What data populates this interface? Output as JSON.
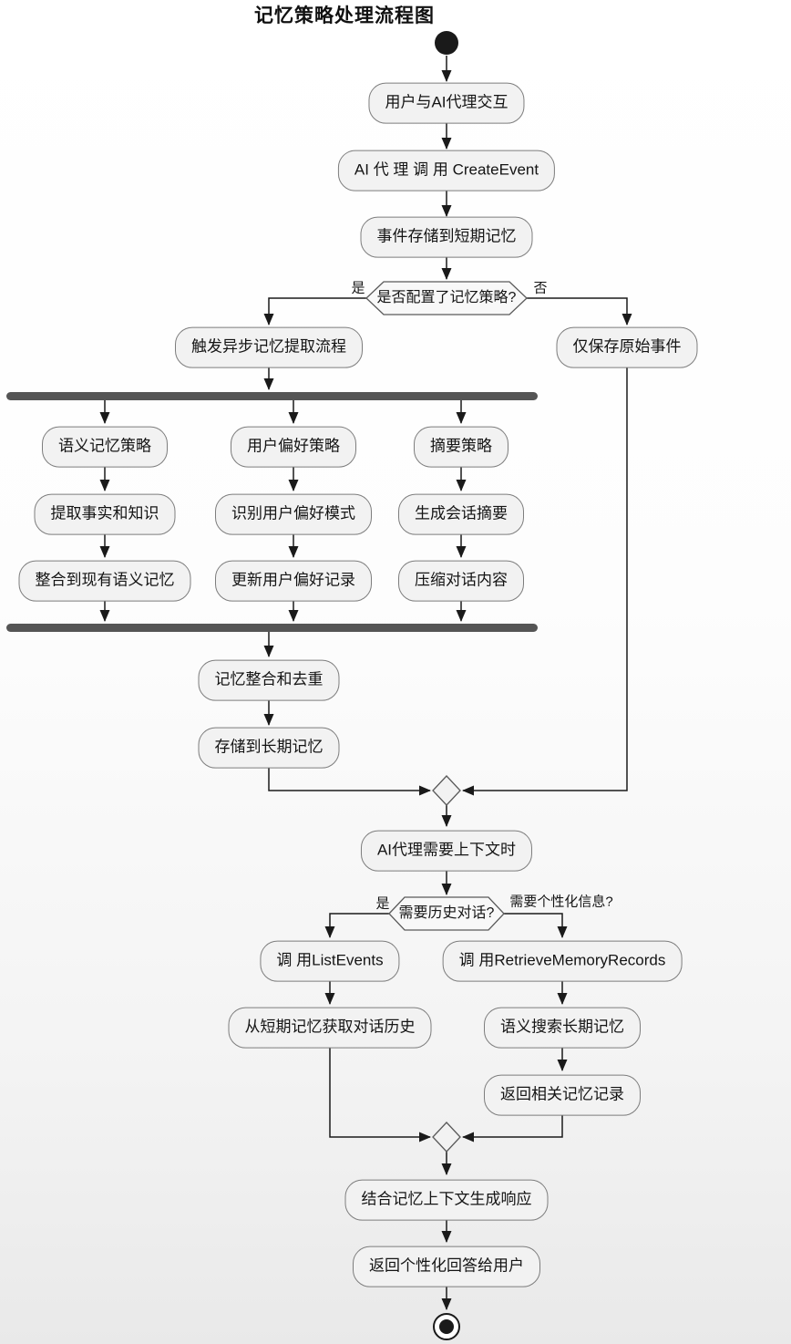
{
  "title": "记忆策略处理流程图",
  "flow": {
    "nodes": {
      "interact": "用户与AI代理交互",
      "create_event": "AI 代 理 调 用 CreateEvent",
      "store_short_term": "事件存储到短期记忆",
      "trigger_async": "触发异步记忆提取流程",
      "save_raw_only": "仅保存原始事件",
      "semantic_strategy": "语义记忆策略",
      "preference_strategy": "用户偏好策略",
      "summary_strategy": "摘要策略",
      "extract_facts": "提取事实和知识",
      "identify_patterns": "识别用户偏好模式",
      "generate_summary": "生成会话摘要",
      "merge_semantic": "整合到现有语义记忆",
      "update_preferences": "更新用户偏好记录",
      "compress_dialogue": "压缩对话内容",
      "consolidate_dedupe": "记忆整合和去重",
      "store_long_term": "存储到长期记忆",
      "agent_needs_context": "AI代理需要上下文时",
      "call_list_events": "调 用ListEvents",
      "call_retrieve": "调 用RetrieveMemoryRecords",
      "get_history": "从短期记忆获取对话历史",
      "semantic_search": "语义搜索长期记忆",
      "return_records": "返回相关记忆记录",
      "generate_response": "结合记忆上下文生成响应",
      "return_answer": "返回个性化回答给用户"
    },
    "decisions": {
      "strategy_configured": "是否配置了记忆策略?",
      "need_history": "需要历史对话?"
    },
    "edge_labels": {
      "yes1": "是",
      "no1": "否",
      "yes2": "是",
      "need_personalization": "需要个性化信息?"
    },
    "colors": {
      "node_fill": "#f2f2f2",
      "node_border": "#7d7d7d",
      "bar": "#555555",
      "line": "#1a1a1a"
    }
  }
}
